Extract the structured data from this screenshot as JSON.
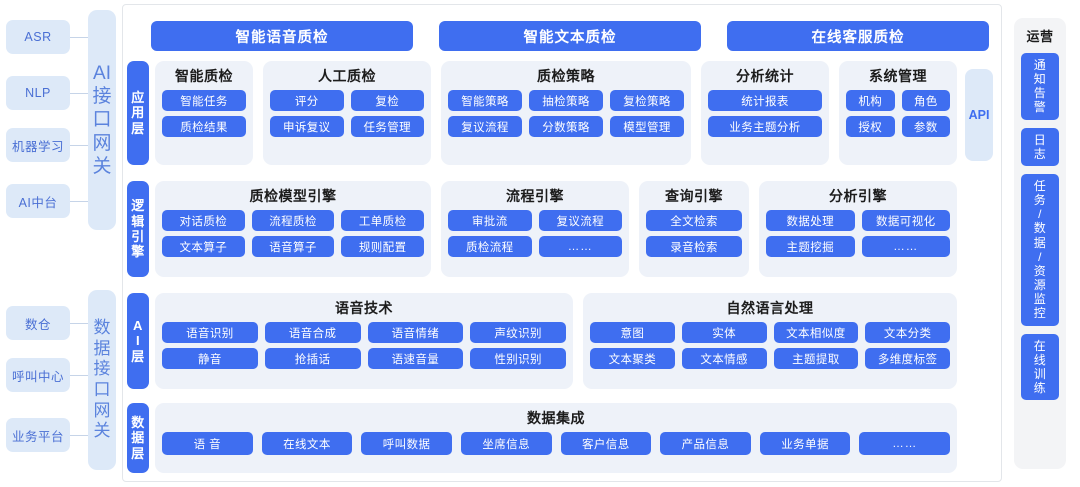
{
  "left": {
    "ai_sources": [
      {
        "label": "ASR"
      },
      {
        "label": "NLP"
      },
      {
        "label": "机器学习"
      },
      {
        "label": "AI中台"
      }
    ],
    "ai_gateway": [
      "AI",
      "接",
      "口",
      "网",
      "关"
    ],
    "data_sources": [
      {
        "label": "数仓"
      },
      {
        "label": "呼叫中心"
      },
      {
        "label": "业务平台"
      }
    ],
    "data_gateway": [
      "数",
      "据",
      "接",
      "口",
      "网",
      "关"
    ]
  },
  "banner": {
    "buttons": [
      {
        "label": "智能语音质检"
      },
      {
        "label": "智能文本质检"
      },
      {
        "label": "在线客服质检"
      }
    ]
  },
  "layers": {
    "application": {
      "tab": [
        "应",
        "用",
        "层"
      ],
      "api_label": "API",
      "groups": [
        {
          "title": "智能质检",
          "rows": [
            [
              "智能任务"
            ],
            [
              "质检结果"
            ]
          ]
        },
        {
          "title": "人工质检",
          "rows": [
            [
              "评分",
              "复检"
            ],
            [
              "申诉复议",
              "任务管理"
            ]
          ]
        },
        {
          "title": "质检策略",
          "rows": [
            [
              "智能策略",
              "抽检策略",
              "复检策略"
            ],
            [
              "复议流程",
              "分数策略",
              "模型管理"
            ]
          ]
        },
        {
          "title": "分析统计",
          "rows": [
            [
              "统计报表"
            ],
            [
              "业务主题分析"
            ]
          ]
        },
        {
          "title": "系统管理",
          "rows": [
            [
              "机构",
              "角色"
            ],
            [
              "授权",
              "参数"
            ]
          ]
        }
      ]
    },
    "logic": {
      "tab": [
        "逻",
        "辑",
        "引",
        "擎"
      ],
      "groups": [
        {
          "title": "质检模型引擎",
          "rows": [
            [
              "对话质检",
              "流程质检",
              "工单质检"
            ],
            [
              "文本算子",
              "语音算子",
              "规则配置"
            ]
          ]
        },
        {
          "title": "流程引擎",
          "rows": [
            [
              "审批流",
              "复议流程"
            ],
            [
              "质检流程",
              "……"
            ]
          ]
        },
        {
          "title": "查询引擎",
          "rows": [
            [
              "全文检索"
            ],
            [
              "录音检索"
            ]
          ]
        },
        {
          "title": "分析引擎",
          "rows": [
            [
              "数据处理",
              "数据可视化"
            ],
            [
              "主题挖掘",
              "……"
            ]
          ]
        }
      ]
    },
    "ai": {
      "tab": [
        "A",
        "I",
        "层"
      ],
      "groups": [
        {
          "title": "语音技术",
          "rows": [
            [
              "语音识别",
              "语音合成",
              "语音情绪",
              "声纹识别"
            ],
            [
              "静音",
              "抢插话",
              "语速音量",
              "性别识别"
            ]
          ]
        },
        {
          "title": "自然语言处理",
          "rows": [
            [
              "意图",
              "实体",
              "文本相似度",
              "文本分类"
            ],
            [
              "文本聚类",
              "文本情感",
              "主题提取",
              "多维度标签"
            ]
          ]
        }
      ]
    },
    "data": {
      "tab": [
        "数",
        "据",
        "层"
      ],
      "groups": [
        {
          "title": "数据集成",
          "rows": [
            [
              "语 音",
              "在线文本",
              "呼叫数据",
              "坐席信息",
              "客户信息",
              "产品信息",
              "业务单据",
              "……"
            ]
          ]
        }
      ]
    }
  },
  "ops": {
    "title": "运营",
    "items": [
      {
        "chars": [
          "通",
          "知",
          "告",
          "警"
        ]
      },
      {
        "chars": [
          "日",
          "志"
        ]
      },
      {
        "chars": [
          "任",
          "务",
          "/",
          "数",
          "据",
          "/",
          "资",
          "源",
          "监",
          "控"
        ]
      },
      {
        "chars": [
          "在",
          "线",
          "训",
          "练"
        ]
      }
    ]
  },
  "colors": {
    "primary_blue": "#3f6ef0",
    "light_blue": "#dde9f8",
    "panel_gray": "#eef2f9",
    "ops_panel": "#f3f4f6"
  }
}
